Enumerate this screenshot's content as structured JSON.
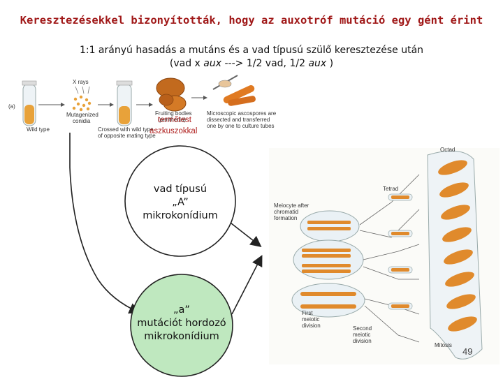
{
  "title": "Keresztezésekkel bizonyították, hogy az auxotróf mutáció egy gént érint",
  "subtitle": {
    "line1": "1:1 arányú hasadás a mutáns és a vad típusú szülő keresztezése után",
    "line2_open": "(vad x ",
    "line2_aux1": "aux",
    "line2_mid": " ---> 1/2 vad, 1/2 ",
    "line2_aux2": "aux",
    "line2_close": " )"
  },
  "figure_labels": {
    "panel": "(a)",
    "xrays": "X rays",
    "wild_type": "Wild type",
    "mutagenized": [
      "Mutagenized",
      "conidia"
    ],
    "crossed": [
      "Crossed with wild type",
      "of opposite mating type"
    ],
    "fruiting": [
      "Fruiting bodies",
      "(perithecia)"
    ],
    "microscopic": [
      "Microscopic ascospores are",
      "dissected and transferred",
      "one by one to culture tubes"
    ],
    "octad": "Octad",
    "tetrad": "Tetrad",
    "meiocyte": [
      "Meiocyte after",
      "chromatid",
      "formation"
    ],
    "first_div": [
      "First",
      "meiotic",
      "division"
    ],
    "second_div": [
      "Second",
      "meiotic",
      "division"
    ],
    "mitosis": "Mitosis"
  },
  "red_labels": {
    "termotest": "termőtest",
    "aszkuszokkal": "aszkuszokkal"
  },
  "wild_circle": {
    "line1": "vad típusú",
    "line2": "„A”",
    "line3": "mikrokonídium"
  },
  "mutant_circle": {
    "line1": "„a”",
    "line2": "mutációt hordozó",
    "line3": "mikrokonídium"
  },
  "page_number": "49",
  "colors": {
    "title": "#a01818",
    "wild_circle_fill": "#ffffff",
    "mutant_circle_fill": "#bfe8bf",
    "arrow": "#222222",
    "red_label": "#b0201f",
    "spore_orange": "#e08a2c",
    "tube_blue": "#dbe8f3"
  }
}
